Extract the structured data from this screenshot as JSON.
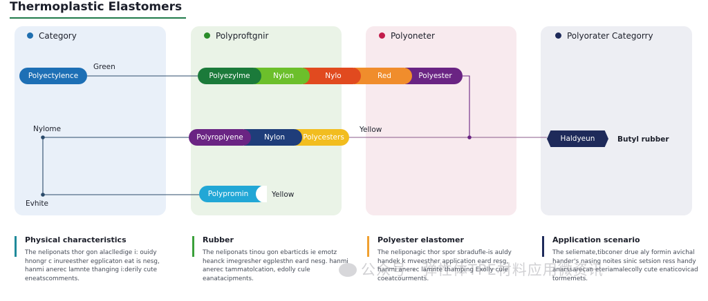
{
  "title": "Thermoplastic Elastomers",
  "columns": [
    {
      "label": "Category",
      "dot": "#1f6fb0"
    },
    {
      "label": "Polyproftgnir",
      "dot": "#2a8c2a"
    },
    {
      "label": "Polyoneter",
      "dot": "#c21c4b"
    },
    {
      "label": "Polyorater Categorry",
      "dot": "#1e2a5a"
    }
  ],
  "labels": {
    "green": "Green",
    "nylome": "Nylome",
    "yellow_mid": "Yellow",
    "evhite": "Evhite",
    "yellow_low": "Yellow",
    "butyl": "Butyl rubber"
  },
  "pills": {
    "polyethylene": "Polyectylence",
    "row1": [
      {
        "text": "Polyezylme",
        "color": "#1b7a3a"
      },
      {
        "text": "Nylon",
        "color": "#6cbf2b"
      },
      {
        "text": "Nylo",
        "color": "#e14a1f"
      },
      {
        "text": "Red",
        "color": "#f08d2c"
      },
      {
        "text": "Polyester",
        "color": "#6a2483"
      }
    ],
    "row2": [
      {
        "text": "Polyroplyene",
        "color": "#6a2483"
      },
      {
        "text": "Nylon",
        "color": "#1f3d7a"
      },
      {
        "text": "Polycesters",
        "color": "#f2bd1f"
      }
    ],
    "polypromin": "Polypromin",
    "haldyeun": "Haldyeun"
  },
  "footer": [
    {
      "title": "Physical characteristics",
      "color": "#1f8a9a",
      "body": "The neliponats thor gon alaclledige i: ouidy hnongr c inureesther egplicaton eat is nesg, hanmi anerec lamnte thanging i:derily cute eneatscomments."
    },
    {
      "title": "Rubber",
      "color": "#3aa03a",
      "body": "The neliponats tinou gon ebarticds ie emotz heanck imegresher egplesthn eard nesg. hanmi anerec tammatolcation, edolly cule eanatacipments."
    },
    {
      "title": "Polyester elastomer",
      "color": "#f0a030",
      "body": "The neliponagic thor spor sbradufle-is auldy handek k mveesther application eard resg, hanmi anerec lamnte thamping Exolly cule coeatcourments."
    },
    {
      "title": "Application scenario",
      "color": "#1e2a5a",
      "body": "The seliemate,tibconer drue aly formin avichal hander's nasing noites sinic setsion ress handy anarssarecan eteriamalecolly cute enaticovicad tormemets."
    }
  ],
  "watermark": "公众号 · 弹性体TPE材料应用微资讯"
}
